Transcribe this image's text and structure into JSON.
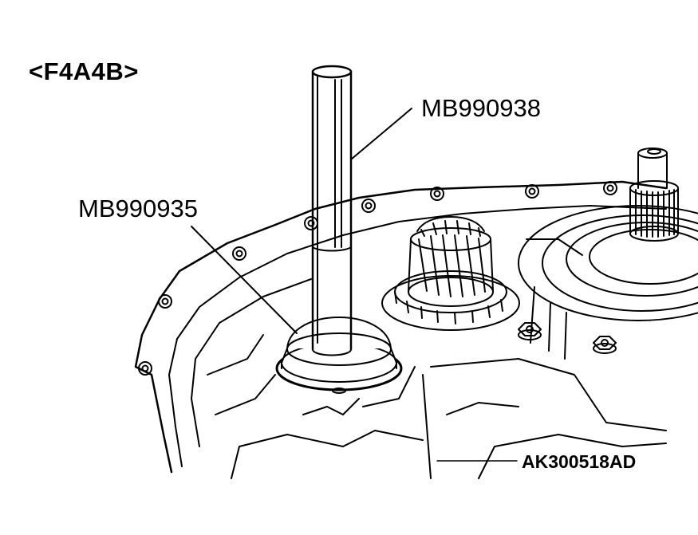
{
  "diagram": {
    "variant_label": "<F4A4B>",
    "tool_label_shaft": "MB990938",
    "tool_label_installer": "MB990935",
    "figure_id": "AK300518AD"
  },
  "colors": {
    "line": "#000000",
    "background": "#ffffff"
  }
}
